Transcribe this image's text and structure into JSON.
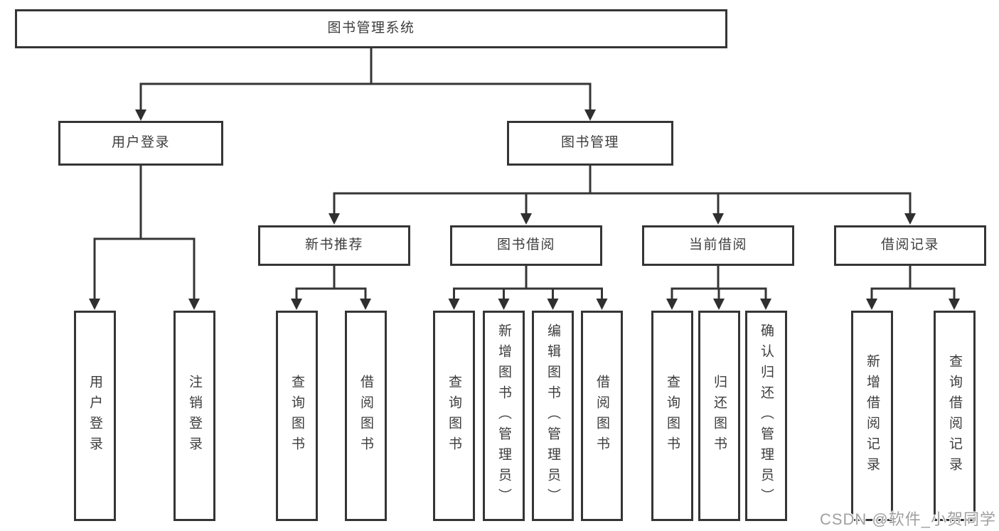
{
  "nodes": {
    "root": {
      "label": "图书管理系统"
    },
    "userLogin": {
      "label": "用户登录"
    },
    "bookMgmt": {
      "label": "图书管理"
    },
    "newBooks": {
      "label": "新书推荐"
    },
    "bookBorrow": {
      "label": "图书借阅"
    },
    "currentBorrow": {
      "label": "当前借阅"
    },
    "borrowRecords": {
      "label": "借阅记录"
    },
    "leafUserLogin": {
      "label": "用户登录"
    },
    "leafLogout": {
      "label": "注销登录"
    },
    "leafNbQuery": {
      "label": "查询图书"
    },
    "leafNbBorrow": {
      "label": "借阅图书"
    },
    "leafBbQuery": {
      "label": "查询图书"
    },
    "leafBbAdd": {
      "label": "新增图书（管理员）"
    },
    "leafBbEdit": {
      "label": "编辑图书（管理员）"
    },
    "leafBbBorrow": {
      "label": "借阅图书"
    },
    "leafCbQuery": {
      "label": "查询图书"
    },
    "leafCbReturn": {
      "label": "归还图书"
    },
    "leafCbConfirm": {
      "label": "确认归还（管理员）"
    },
    "leafBrAdd": {
      "label": "新增借阅记录"
    },
    "leafBrQuery": {
      "label": "查询借阅记录"
    }
  },
  "watermark": {
    "text": "CSDN @软件_小贺同学"
  },
  "colors": {
    "line": "#353535",
    "text": "#3d3d3d",
    "background": "#ffffff"
  }
}
